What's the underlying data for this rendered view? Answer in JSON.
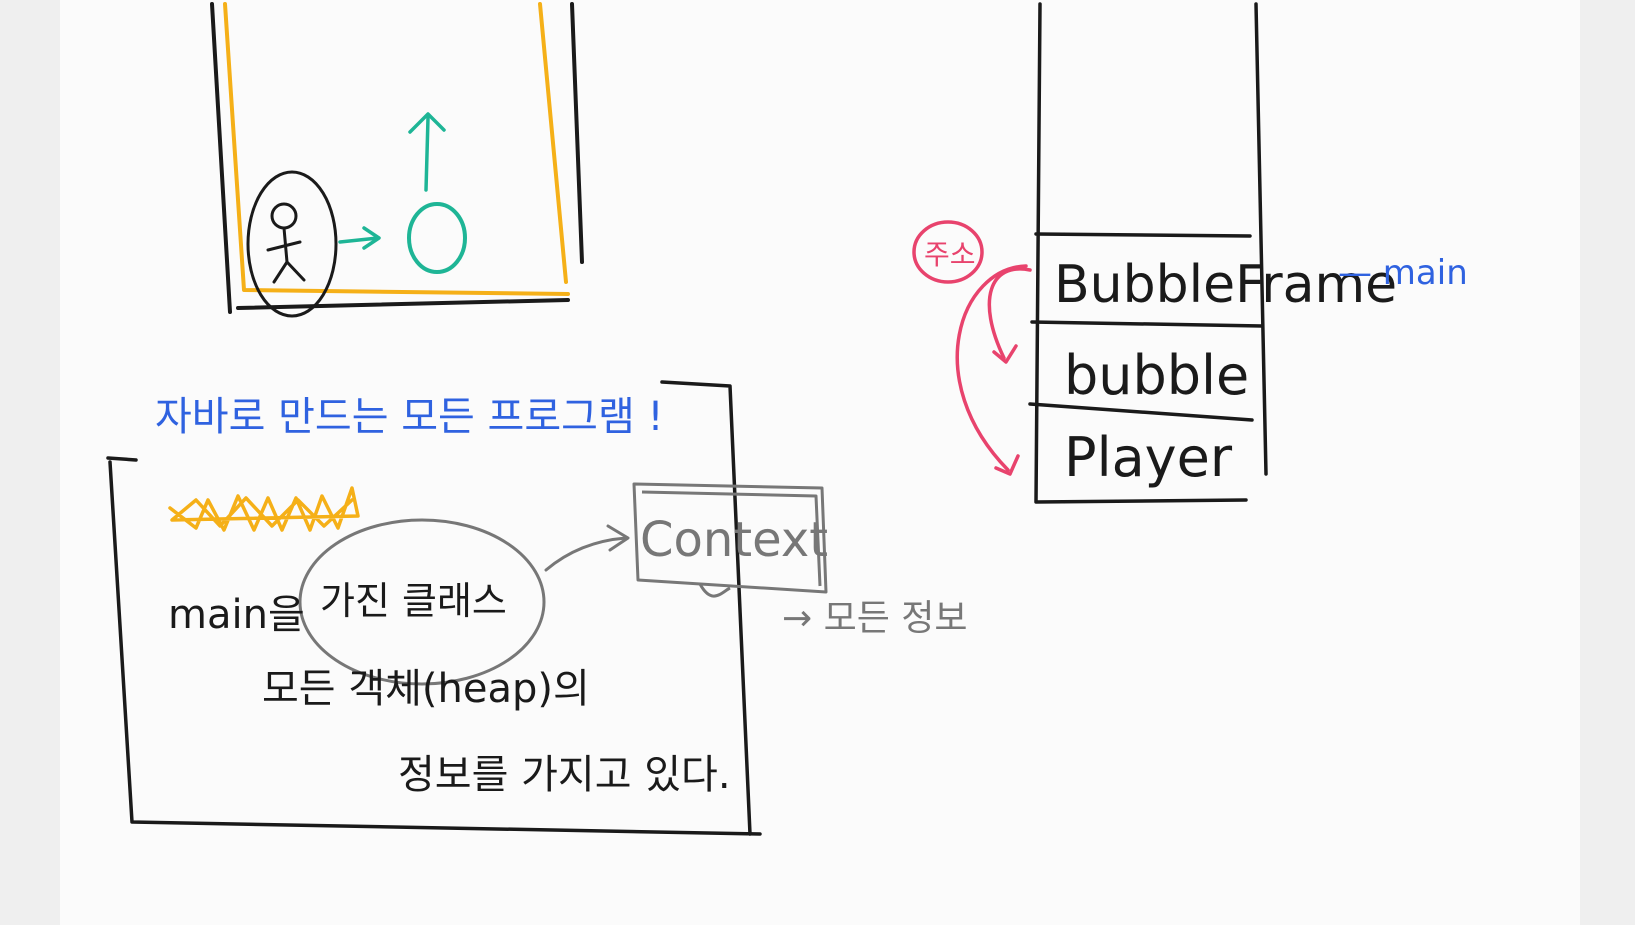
{
  "stack": {
    "frames": [
      "BubbleFrame",
      "bubble",
      "Player"
    ],
    "main_annotation": "— main",
    "bracket_label": "주소"
  },
  "note_box": {
    "title": "자바로 만드는 모든 프로그램 !",
    "line1_prefix": "main을",
    "line1_circled": "가진 클래스",
    "line2": "모든 객체(heap)의",
    "line3": "정보를 가지고 있다."
  },
  "context": {
    "label": "Context",
    "caption": "→ 모든 정보"
  },
  "colors": {
    "ink": "#1a1a1a",
    "orange": "#f5b018",
    "teal": "#1eb596",
    "blue": "#2f62e0",
    "pink": "#e8436d",
    "gray": "#777777"
  }
}
